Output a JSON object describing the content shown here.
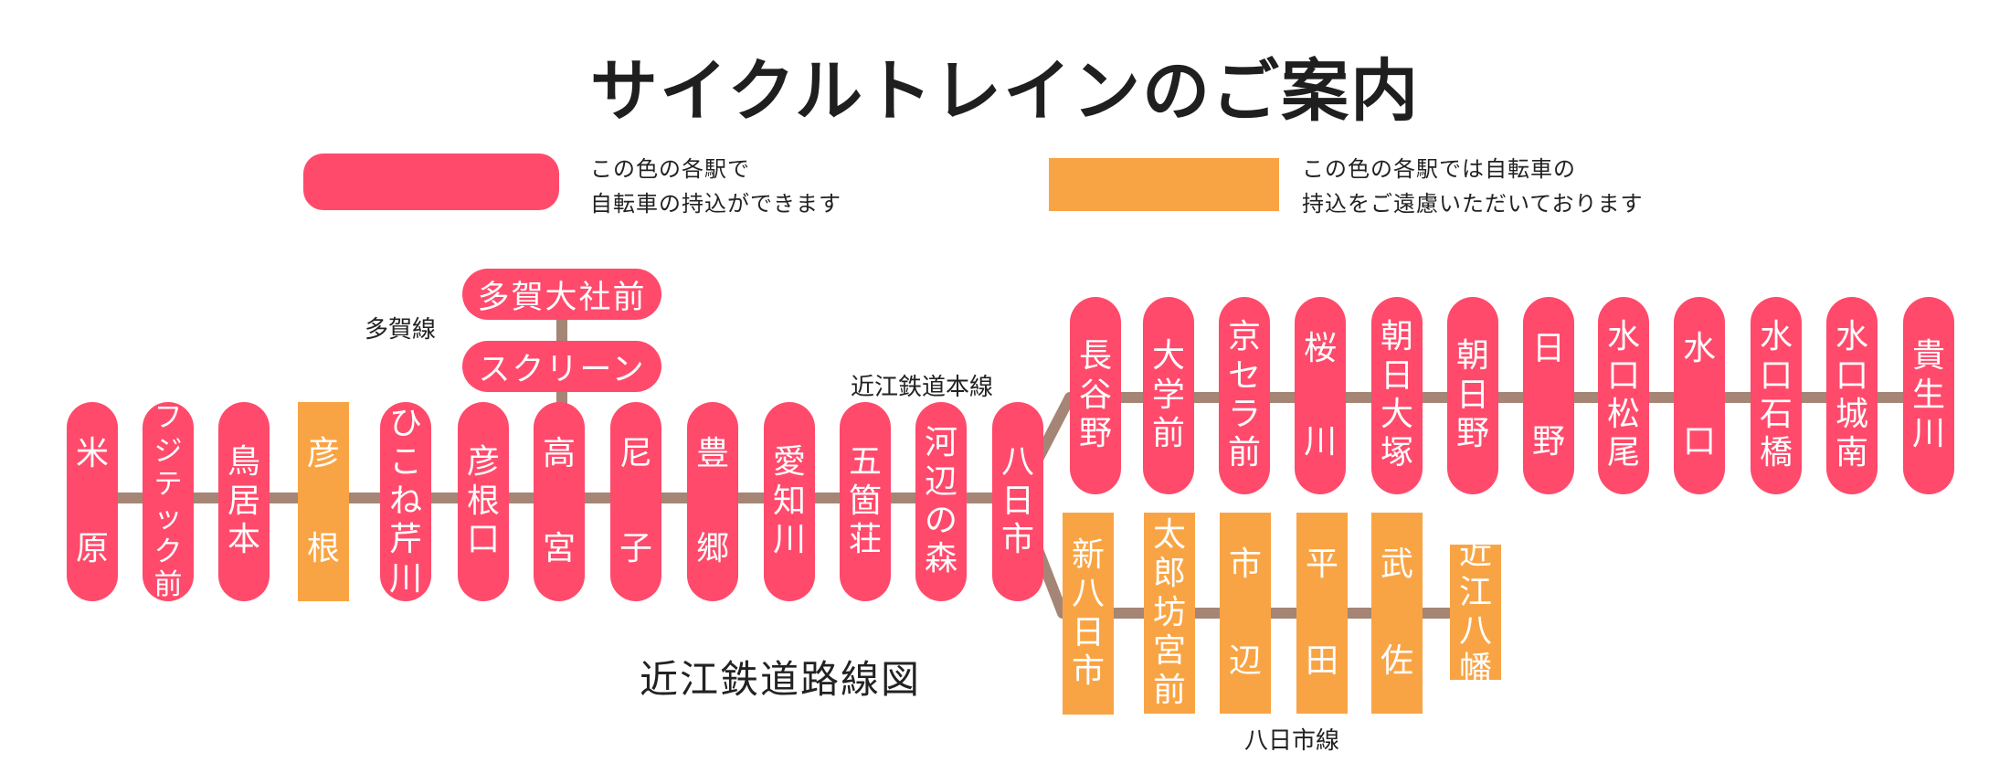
{
  "title": "サイクルトレインのご案内",
  "legend": {
    "allowed": {
      "color": "#ff4a6b",
      "line1": "この色の各駅で",
      "line2": "自転車の持込ができます"
    },
    "refrain": {
      "color": "#f9a444",
      "line1": "この色の各駅では自転車の",
      "line2": "持込をご遠慮いただいております"
    }
  },
  "labels": {
    "taga_line": "多賀線",
    "main_line": "近江鉄道本線",
    "yokaichi_line": "八日市線",
    "map_title": "近江鉄道路線図"
  },
  "taga": {
    "terminal": "多賀大社前",
    "screen": "スクリーン"
  },
  "main_line_stations": [
    {
      "name": "米原",
      "lines": [
        "米",
        "原"
      ],
      "bike": true
    },
    {
      "name": "フジテック前",
      "lines": [
        "フ",
        "ジ",
        "テ",
        "ッ",
        "ク",
        "前"
      ],
      "bike": true
    },
    {
      "name": "鳥居本",
      "lines": [
        "鳥",
        "居",
        "本"
      ],
      "bike": true
    },
    {
      "name": "彦根",
      "lines": [
        "彦",
        "根"
      ],
      "bike": false
    },
    {
      "name": "ひこね芹川",
      "lines": [
        "ひ",
        "こ",
        "ね",
        "芹",
        "川"
      ],
      "bike": true
    },
    {
      "name": "彦根口",
      "lines": [
        "彦",
        "根",
        "口"
      ],
      "bike": true
    },
    {
      "name": "高宮",
      "lines": [
        "高",
        "宮"
      ],
      "bike": true
    },
    {
      "name": "尼子",
      "lines": [
        "尼",
        "子"
      ],
      "bike": true
    },
    {
      "name": "豊郷",
      "lines": [
        "豊",
        "郷"
      ],
      "bike": true
    },
    {
      "name": "愛知川",
      "lines": [
        "愛",
        "知",
        "川"
      ],
      "bike": true
    },
    {
      "name": "五箇荘",
      "lines": [
        "五",
        "箇",
        "荘"
      ],
      "bike": true
    },
    {
      "name": "河辺の森",
      "lines": [
        "河",
        "辺",
        "の",
        "森"
      ],
      "bike": true
    },
    {
      "name": "八日市",
      "lines": [
        "八",
        "日",
        "市"
      ],
      "bike": true
    }
  ],
  "upper_stations": [
    {
      "name": "長谷野",
      "lines": [
        "長",
        "谷",
        "野"
      ],
      "bike": true
    },
    {
      "name": "大学前",
      "lines": [
        "大",
        "学",
        "前"
      ],
      "bike": true
    },
    {
      "name": "京セラ前",
      "lines": [
        "京",
        "セ",
        "ラ",
        "前"
      ],
      "bike": true
    },
    {
      "name": "桜川",
      "lines": [
        "桜",
        "川"
      ],
      "bike": true
    },
    {
      "name": "朝日大塚",
      "lines": [
        "朝",
        "日",
        "大",
        "塚"
      ],
      "bike": true
    },
    {
      "name": "朝日野",
      "lines": [
        "朝",
        "日",
        "野"
      ],
      "bike": true
    },
    {
      "name": "日野",
      "lines": [
        "日",
        "野"
      ],
      "bike": true
    },
    {
      "name": "水口松尾",
      "lines": [
        "水",
        "口",
        "松",
        "尾"
      ],
      "bike": true
    },
    {
      "name": "水口",
      "lines": [
        "水",
        "口"
      ],
      "bike": true
    },
    {
      "name": "水口石橋",
      "lines": [
        "水",
        "口",
        "石",
        "橋"
      ],
      "bike": true
    },
    {
      "name": "水口城南",
      "lines": [
        "水",
        "口",
        "城",
        "南"
      ],
      "bike": true
    },
    {
      "name": "貴生川",
      "lines": [
        "貴",
        "生",
        "川"
      ],
      "bike": true
    }
  ],
  "yokaichi_stations": [
    {
      "name": "新八日市",
      "lines": [
        "新",
        "八",
        "日",
        "市"
      ],
      "bike": false
    },
    {
      "name": "太郎坊宮前",
      "lines": [
        "太",
        "郎",
        "坊",
        "宮",
        "前"
      ],
      "bike": false
    },
    {
      "name": "市辺",
      "lines": [
        "市",
        "辺"
      ],
      "bike": false
    },
    {
      "name": "平田",
      "lines": [
        "平",
        "田"
      ],
      "bike": false
    },
    {
      "name": "武佐",
      "lines": [
        "武",
        "佐"
      ],
      "bike": false
    },
    {
      "name": "近江八幡",
      "lines": [
        "近",
        "江",
        "八",
        "幡"
      ],
      "bike": false
    }
  ],
  "colors": {
    "bike_allowed": "#ff4a6b",
    "bike_refrained": "#f9a444",
    "track": "#a58576"
  }
}
